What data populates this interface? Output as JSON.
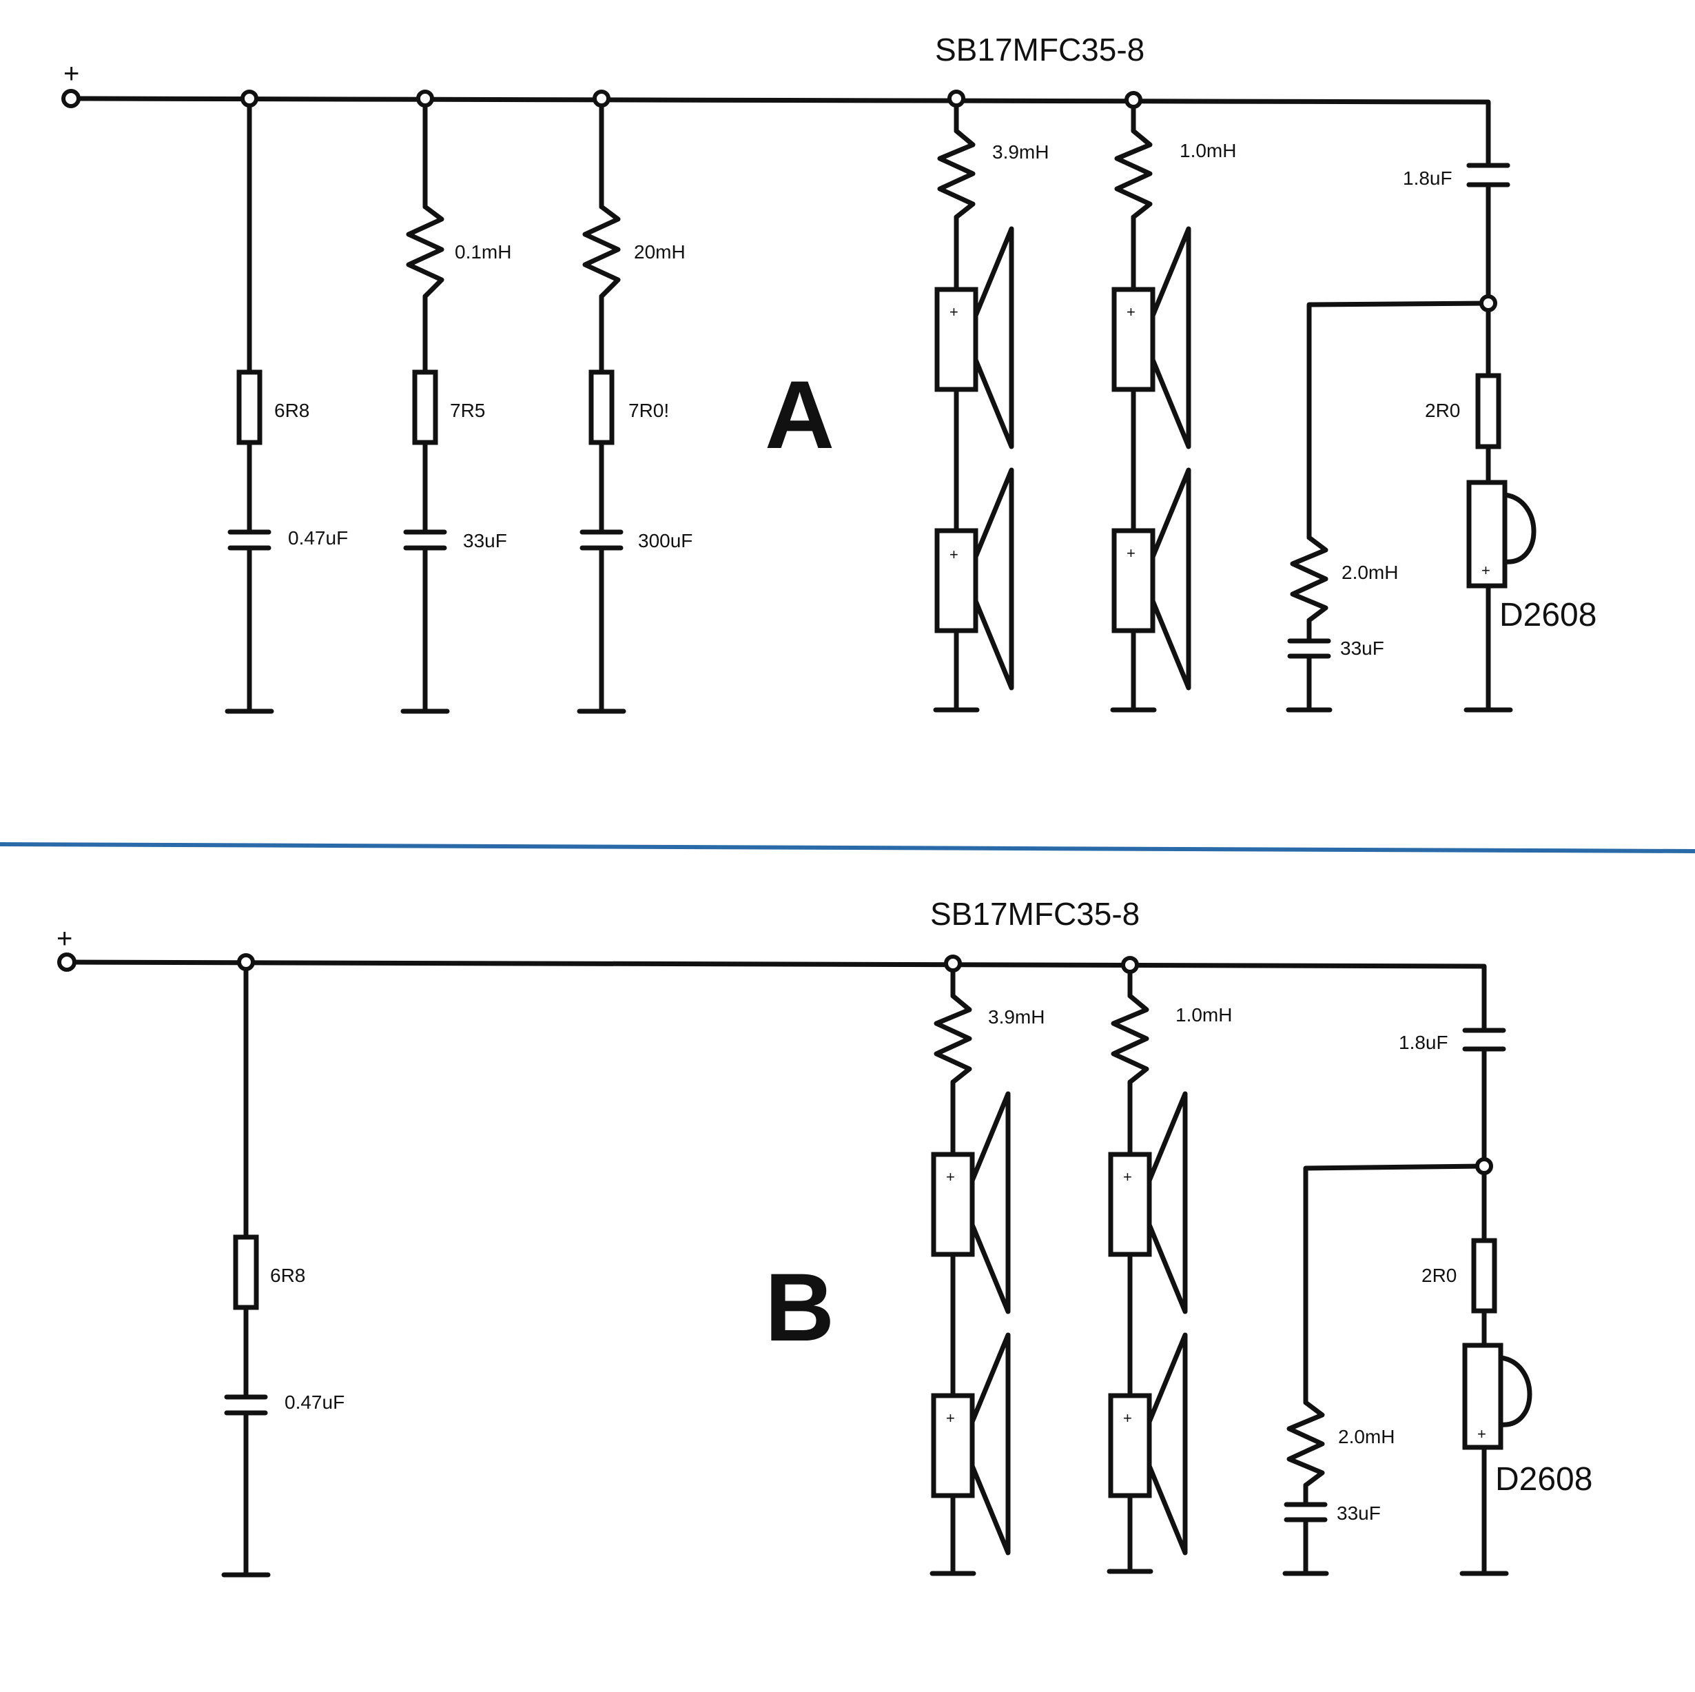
{
  "panels": [
    {
      "letter": "A",
      "driver_label": "SB17MFC35-8",
      "input_sign": "+",
      "traps": [
        {
          "resistor": "6R8",
          "capacitor": "0.47uF"
        },
        {
          "inductor": "0.1mH",
          "resistor": "7R5",
          "capacitor": "33uF"
        },
        {
          "inductor": "20mH",
          "resistor": "7R0!",
          "capacitor": "300uF"
        }
      ],
      "woofer_branches": [
        {
          "inductor": "3.9mH",
          "speaker_marks": [
            "+",
            "+"
          ]
        },
        {
          "inductor": "1.0mH",
          "speaker_marks": [
            "+",
            "+"
          ]
        }
      ],
      "tweeter_section": {
        "series_cap": "1.8uF",
        "shunt_inductor": "2.0mH",
        "shunt_cap": "33uF",
        "series_resistor": "2R0",
        "tweeter": "D2608",
        "tweeter_mark": "+"
      }
    },
    {
      "letter": "B",
      "driver_label": "SB17MFC35-8",
      "input_sign": "+",
      "traps": [
        {
          "resistor": "6R8",
          "capacitor": "0.47uF"
        }
      ],
      "woofer_branches": [
        {
          "inductor": "3.9mH",
          "speaker_marks": [
            "+",
            "+"
          ]
        },
        {
          "inductor": "1.0mH",
          "speaker_marks": [
            "+",
            "+"
          ]
        }
      ],
      "tweeter_section": {
        "series_cap": "1.8uF",
        "shunt_inductor": "2.0mH",
        "shunt_cap": "33uF",
        "series_resistor": "2R0",
        "tweeter": "D2608",
        "tweeter_mark": "+"
      }
    }
  ],
  "colors": {
    "ink": "#111111",
    "divider": "#2a6aa8",
    "background": "#ffffff"
  }
}
